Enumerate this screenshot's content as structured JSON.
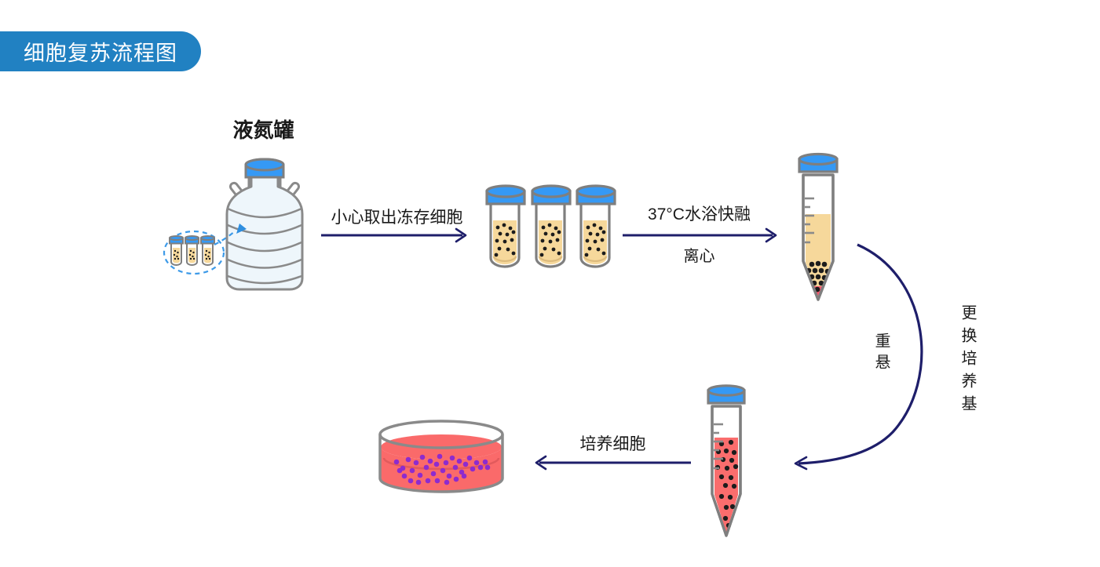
{
  "banner": {
    "title": "细胞复苏流程图"
  },
  "tank": {
    "label": "液氮罐"
  },
  "flow": {
    "step1_label": "小心取出冻存细胞",
    "step2_label_top": "37°C水浴快融",
    "step2_label_bottom": "离心",
    "arc_label_outer": "更换培养基",
    "arc_label_inner": "重悬",
    "step5_label": "培养细胞"
  },
  "graphics": {
    "tank_icon": "liquid-nitrogen-tank",
    "callout_icon": "cryovials-in-dashed-ellipse",
    "vials_icon": "three-cryovials",
    "tube_thawed_icon": "conical-tube-with-cell-pellet",
    "tube_resuspended_icon": "conical-tube-with-suspended-cells",
    "dish_icon": "petri-dish-with-cultured-cells"
  },
  "colors": {
    "banner_blue": "#2181c2",
    "cap_blue": "#3599f5",
    "outline_gray": "#7f7f7f",
    "arrow_navy": "#1e1e6a",
    "dashed_blue": "#3d9ae8",
    "cryo_medium_tan": "#f6d89b",
    "culture_medium_red": "#fa6a6a",
    "cell_dot_dark": "#1c1c1c",
    "cell_dot_purple": "#8e2bce",
    "tank_fill": "#eef6fb"
  }
}
